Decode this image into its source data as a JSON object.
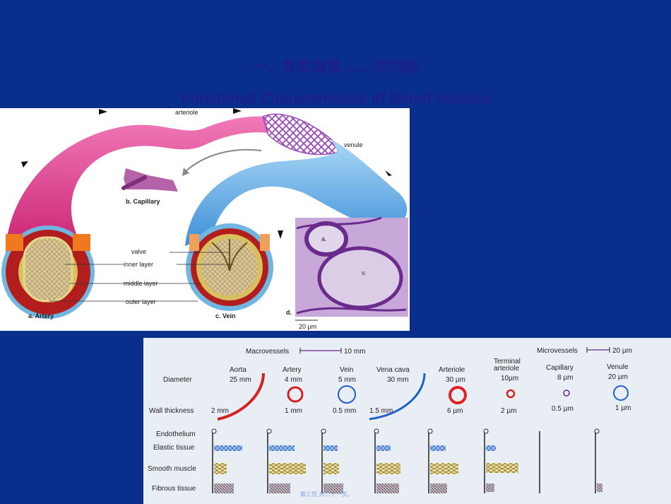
{
  "title": {
    "chinese": "一、各类血管",
    "pinyin": "(xuèguǎn)",
    "chinese_suffix": "的功能",
    "english": "Functional Characteristics of Blood Vessels"
  },
  "top_figure": {
    "labels": {
      "arteriole": "arteriole",
      "venule": "venule",
      "capillary": "b.  Capillary",
      "valve": "valve",
      "inner_layer": "inner layer",
      "middle_layer": "middle layer",
      "outer_layer": "outer layer",
      "artery": "a.  Artery",
      "vein": "c.  Vein",
      "micro_d": "d.",
      "micro_a": "a.",
      "micro_v": "v.",
      "scale": "20 µm"
    }
  },
  "bottom_figure": {
    "macrovessels": "Macrovessels",
    "macro_scale": "10 mm",
    "microvessels": "Microvessels",
    "micro_scale": "20 µm",
    "row_labels": {
      "diameter": "Diameter",
      "wall_thickness": "Wall thickness",
      "endothelium": "Endothelium",
      "elastic": "Elastic tissue",
      "smooth": "Smooth muscle",
      "fibrous": "Fibrous tissue"
    },
    "vessels": [
      {
        "name": "Aorta",
        "diameter": "25 mm",
        "wall": "2 mm"
      },
      {
        "name": "Artery",
        "diameter": "4 mm",
        "wall": "1 mm"
      },
      {
        "name": "Vein",
        "diameter": "5 mm",
        "wall": "0.5 mm"
      },
      {
        "name": "Vena cava",
        "diameter": "30 mm",
        "wall": "1.5 mm"
      },
      {
        "name": "Arteriole",
        "diameter": "30 µm",
        "wall": "6 µm"
      },
      {
        "name": "Terminal arteriole",
        "name_line1": "Terminal",
        "name_line2": "arteriole",
        "diameter": "10µm",
        "wall": "2 µm"
      },
      {
        "name": "Capillary",
        "diameter": "8 µm",
        "wall": "0.5 µm"
      },
      {
        "name": "Venule",
        "diameter": "20 µm",
        "wall": "1 µm"
      }
    ]
  },
  "footer": "第三页,共二十一页。"
}
